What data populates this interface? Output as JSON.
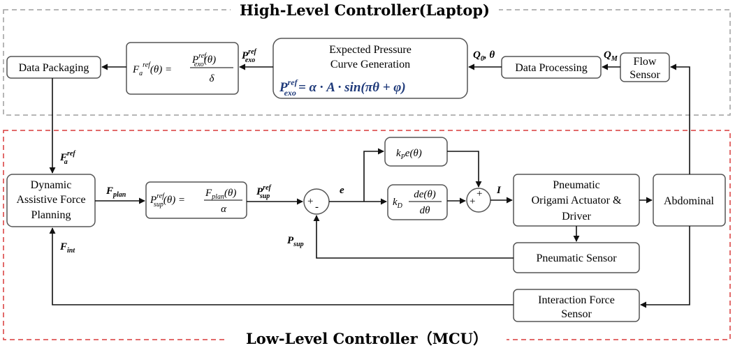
{
  "frames": {
    "high_level": "High-Level Controller(Laptop)",
    "low_level": "Low-Level Controller（MCU）"
  },
  "blocks": {
    "flow_sensor": [
      "Flow",
      "Sensor"
    ],
    "data_processing": "Data Processing",
    "expected_pressure": [
      "Expected Pressure",
      "Curve Generation"
    ],
    "data_packaging": "Data Packaging",
    "dynamic_planning": [
      "Dynamic",
      "Assistive Force",
      "Planning"
    ],
    "actuator": [
      "Pneumatic",
      "Origami Actuator &",
      "Driver"
    ],
    "abdominal": "Abdominal",
    "pneumatic_sensor": "Pneumatic Sensor",
    "interaction_sensor": [
      "Interaction Force",
      "Sensor"
    ]
  },
  "equations": {
    "pressure_curve": {
      "lhs_main": "P",
      "lhs_sup": "ref",
      "lhs_sub": "exo",
      "rhs": "= α · A · sin(πθ + φ)"
    },
    "force_ref": {
      "lhs_main": "F",
      "lhs_sub": "a",
      "lhs_sup": "ref",
      "lhs_arg": "(θ) =",
      "num_main": "P",
      "num_sup": "ref",
      "num_sub": "exo",
      "num_arg": "(θ)",
      "den": "δ"
    },
    "support_pressure": {
      "lhs_main": "P",
      "lhs_sup": "ref",
      "lhs_sub": "sup",
      "lhs_arg": "(θ) =",
      "num_main": "F",
      "num_sub": "plan",
      "num_arg": "(θ)",
      "den": "α"
    },
    "kp_term": {
      "main": "k",
      "sub": "P",
      "rest": "e(θ)"
    },
    "kd_term": {
      "main": "k",
      "sub": "D",
      "num": "de(θ)",
      "den": "dθ"
    }
  },
  "signals": {
    "q0_theta": {
      "main": "Q",
      "sub": "0",
      "rest": ", θ"
    },
    "qm": {
      "main": "Q",
      "sub": "M"
    },
    "p_exo_ref": {
      "main": "P",
      "sup": "ref",
      "sub": "exo"
    },
    "fa_ref": {
      "main": "F",
      "sup": "ref",
      "sub": "a"
    },
    "f_plan": {
      "main": "F",
      "sub": "plan"
    },
    "p_sup_ref": {
      "main": "P",
      "sup": "ref",
      "sub": "sup"
    },
    "e": "e",
    "i": "I",
    "p_sup": {
      "main": "P",
      "sub": "sup"
    },
    "f_int": {
      "main": "F",
      "sub": "int"
    }
  },
  "junctions": {
    "sum1": {
      "plus": "+",
      "minus": "-"
    },
    "sum2": {
      "plus_left": "+",
      "plus_top": "+"
    }
  },
  "colors": {
    "high_frame": "#9e9e9e",
    "low_frame": "#d93a3a",
    "equation_blue": "#1f3a7a",
    "box_border": "#555555"
  }
}
